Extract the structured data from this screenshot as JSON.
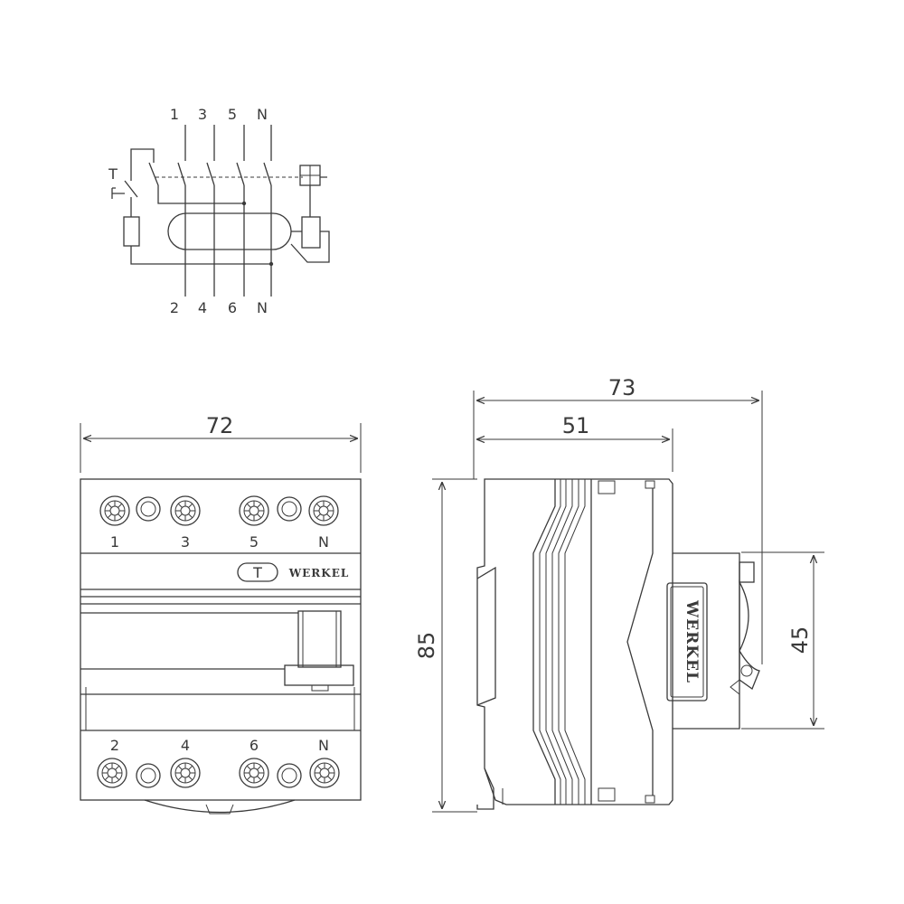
{
  "schematic": {
    "top_labels": [
      "1",
      "3",
      "5",
      "N"
    ],
    "bottom_labels": [
      "2",
      "4",
      "6",
      "N"
    ],
    "test_label": "T"
  },
  "front_view": {
    "width_dim": "72",
    "top_terminals": [
      "1",
      "3",
      "5",
      "N"
    ],
    "bottom_terminals": [
      "2",
      "4",
      "6",
      "N"
    ],
    "test_button": "T",
    "brand": "WERKEL"
  },
  "side_view": {
    "overall_depth_dim": "73",
    "body_depth_dim": "51",
    "height_dim": "85",
    "face_height_dim": "45",
    "brand": "WERKEL"
  },
  "icons": {
    "terminal_screw": "cross-screw-icon",
    "blank_hole": "blank-hole-icon"
  },
  "colors": {
    "line": "#3a3a3a",
    "background": "#ffffff"
  }
}
